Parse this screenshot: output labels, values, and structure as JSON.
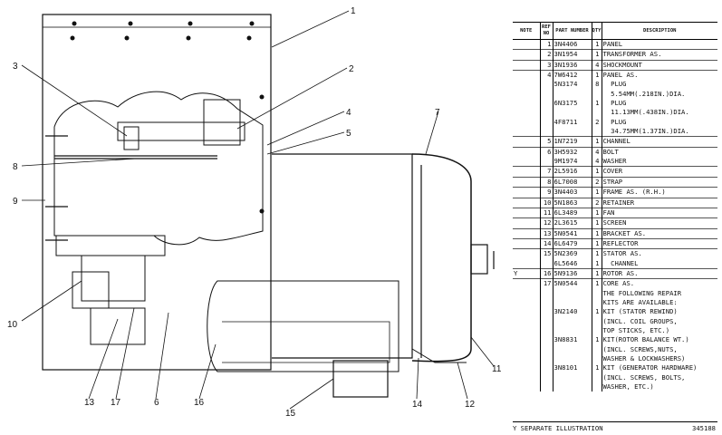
{
  "callouts": [
    "1",
    "2",
    "3",
    "4",
    "5",
    "7",
    "8",
    "9",
    "10",
    "11",
    "12",
    "13",
    "14",
    "15",
    "16",
    "17",
    "6"
  ],
  "parts_list": {
    "headers": {
      "note": "NOTE",
      "ref_no": "REF NO",
      "part_number": "PART NUMBER",
      "qty": "QTY",
      "description": "DESCRIPTION"
    },
    "rows": [
      {
        "note": "",
        "ref": "1",
        "part": "3N4406",
        "qty": "1",
        "desc": "PANEL"
      },
      {
        "note": "",
        "ref": "2",
        "part": "3N1954",
        "qty": "1",
        "desc": "TRANSFORMER AS."
      },
      {
        "note": "",
        "ref": "3",
        "part": "3N1936",
        "qty": "4",
        "desc": "SHOCKMOUNT"
      },
      {
        "note": "",
        "ref": "4",
        "part": "7W6412",
        "qty": "1",
        "desc": "PANEL AS."
      },
      {
        "note": "",
        "ref": "",
        "part": "5N3174",
        "qty": "8",
        "desc": "  PLUG"
      },
      {
        "note": "",
        "ref": "",
        "part": "",
        "qty": "",
        "desc": "  5.54MM(.218IN.)DIA."
      },
      {
        "note": "",
        "ref": "",
        "part": "6N3175",
        "qty": "1",
        "desc": "  PLUG"
      },
      {
        "note": "",
        "ref": "",
        "part": "",
        "qty": "",
        "desc": "  11.13MM(.438IN.)DIA."
      },
      {
        "note": "",
        "ref": "",
        "part": "4F8711",
        "qty": "2",
        "desc": "  PLUG"
      },
      {
        "note": "",
        "ref": "",
        "part": "",
        "qty": "",
        "desc": "  34.75MM(1.37IN.)DIA."
      },
      {
        "note": "",
        "ref": "5",
        "part": "1N7219",
        "qty": "1",
        "desc": "CHANNEL"
      },
      {
        "note": "",
        "ref": "6",
        "part": "3H5932",
        "qty": "4",
        "desc": "BOLT"
      },
      {
        "note": "",
        "ref": "",
        "part": "9M1974",
        "qty": "4",
        "desc": "WASHER"
      },
      {
        "note": "",
        "ref": "7",
        "part": "2L5916",
        "qty": "1",
        "desc": "COVER"
      },
      {
        "note": "",
        "ref": "8",
        "part": "6L7008",
        "qty": "2",
        "desc": "STRAP"
      },
      {
        "note": "",
        "ref": "9",
        "part": "3N4403",
        "qty": "1",
        "desc": "FRAME AS. (R.H.)"
      },
      {
        "note": "",
        "ref": "10",
        "part": "5N1863",
        "qty": "2",
        "desc": "RETAINER"
      },
      {
        "note": "",
        "ref": "11",
        "part": "6L3489",
        "qty": "1",
        "desc": "FAN"
      },
      {
        "note": "",
        "ref": "12",
        "part": "2L3615",
        "qty": "1",
        "desc": "SCREEN"
      },
      {
        "note": "",
        "ref": "13",
        "part": "5N0541",
        "qty": "1",
        "desc": "BRACKET AS."
      },
      {
        "note": "",
        "ref": "14",
        "part": "6L6479",
        "qty": "1",
        "desc": "REFLECTOR"
      },
      {
        "note": "",
        "ref": "15",
        "part": "5N2369",
        "qty": "1",
        "desc": "STATOR AS."
      },
      {
        "note": "",
        "ref": "",
        "part": "6L5646",
        "qty": "1",
        "desc": "  CHANNEL"
      },
      {
        "note": "Y",
        "ref": "16",
        "part": "5N9136",
        "qty": "1",
        "desc": "ROTOR AS."
      },
      {
        "note": "",
        "ref": "17",
        "part": "5N0544",
        "qty": "1",
        "desc": "CORE AS."
      },
      {
        "note": "",
        "ref": "",
        "part": "",
        "qty": "",
        "desc": "THE FOLLOWING REPAIR"
      },
      {
        "note": "",
        "ref": "",
        "part": "",
        "qty": "",
        "desc": "KITS ARE AVAILABLE:"
      },
      {
        "note": "",
        "ref": "",
        "part": "3N2140",
        "qty": "1",
        "desc": "KIT (STATOR REWIND)"
      },
      {
        "note": "",
        "ref": "",
        "part": "",
        "qty": "",
        "desc": "(INCL. COIL GROUPS,"
      },
      {
        "note": "",
        "ref": "",
        "part": "",
        "qty": "",
        "desc": "TOP STICKS, ETC.)"
      },
      {
        "note": "",
        "ref": "",
        "part": "3N8831",
        "qty": "1",
        "desc": "KIT(ROTOR BALANCE WT.)"
      },
      {
        "note": "",
        "ref": "",
        "part": "",
        "qty": "",
        "desc": "(INCL. SCREWS,NUTS,"
      },
      {
        "note": "",
        "ref": "",
        "part": "",
        "qty": "",
        "desc": "WASHER & LOCKWASHERS)"
      },
      {
        "note": "",
        "ref": "",
        "part": "3N8101",
        "qty": "1",
        "desc": "KIT (GENERATOR HARDWARE)"
      },
      {
        "note": "",
        "ref": "",
        "part": "",
        "qty": "",
        "desc": "(INCL. SCREWS, BOLTS,"
      },
      {
        "note": "",
        "ref": "",
        "part": "",
        "qty": "",
        "desc": "WASHER, ETC.)"
      }
    ]
  },
  "footer": {
    "note": "Y    SEPARATE ILLUSTRATION",
    "illustration_number": "345188"
  }
}
